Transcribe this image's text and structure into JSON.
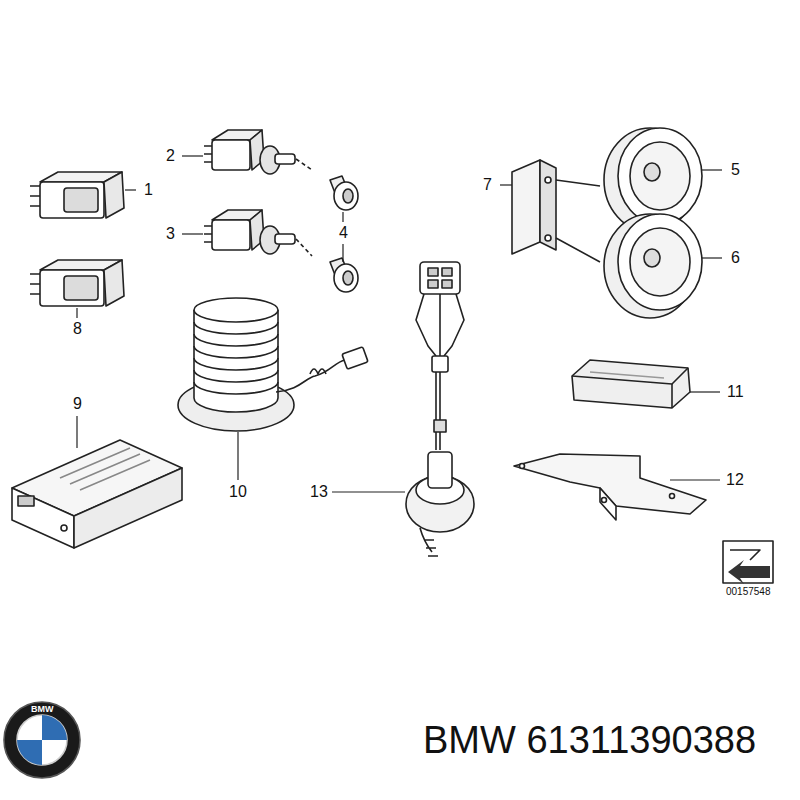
{
  "diagram": {
    "labels": [
      "2",
      "5",
      "7",
      "1",
      "3",
      "4",
      "6",
      "8",
      "11",
      "9",
      "10",
      "13",
      "12",
      "00157548",
      "BMW",
      "BMW 61311390388"
    ]
  }
}
